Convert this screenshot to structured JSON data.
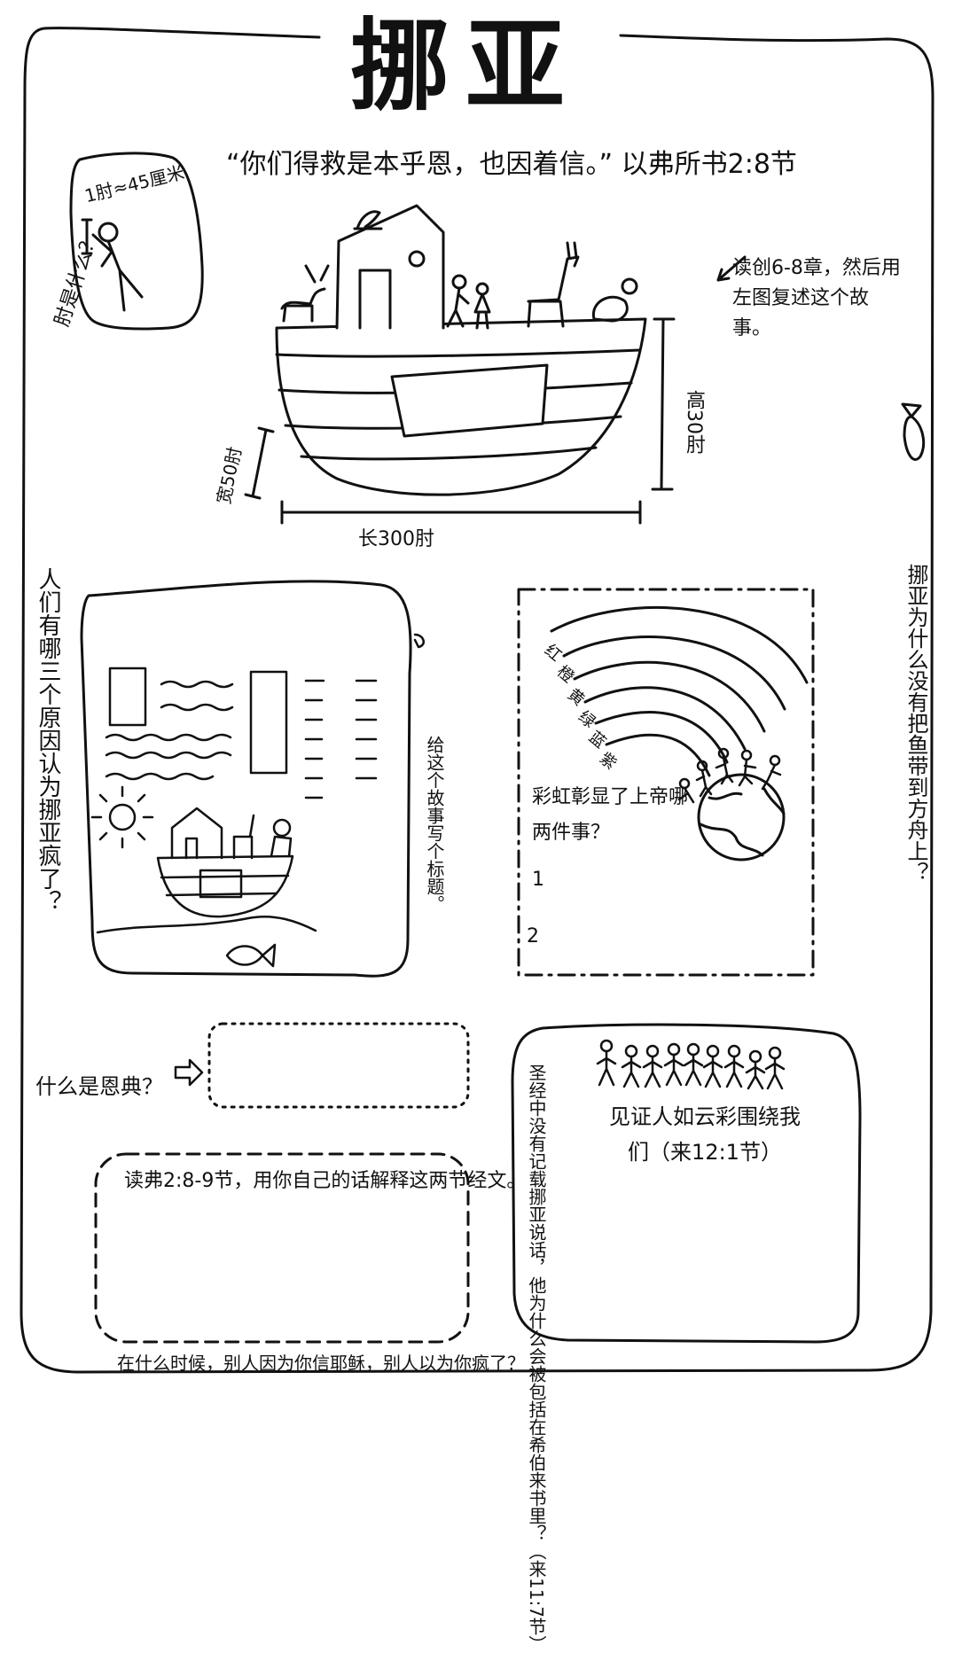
{
  "title": "挪亚",
  "verse": "“你们得救是本乎恩，也因着信。” 以弗所书2:8节",
  "cubit_box": {
    "definition": "1肘≈45厘米",
    "question": "肘是什么？"
  },
  "ark_instruction": "读创6-8章，然后用左图复述这个故事。",
  "ark_dimensions": {
    "length": "长300肘",
    "width": "宽50肘",
    "height": "高30肘"
  },
  "left_question": "人们有哪三个原因认为挪亚疯了？",
  "story_panel_caption": "给这个故事写个标题。",
  "right_question": "挪亚为什么没有把鱼带到方舟上？",
  "rainbow": {
    "colors_labels": [
      "红",
      "橙",
      "黄",
      "绿",
      "蓝",
      "紫"
    ],
    "question": "彩虹彰显了上帝哪两件事？",
    "answer_numbers": [
      "1",
      "2"
    ]
  },
  "grace_question": "什么是恩典？",
  "reading_task": "读弗2:8-9节，用你自己的话解释这两节经文。",
  "witness": {
    "caption": "见证人如云彩围绕我们（来12:1节）"
  },
  "hebrews_question": "圣经中没有记载挪亚说话，他为什么会被包括在希伯来书里？（来11:7节）",
  "bottom_question": "在什么时候，别人因为你信耶稣，别人以为你疯了？",
  "colors": {
    "ink": "#111111",
    "paper": "#ffffff"
  }
}
